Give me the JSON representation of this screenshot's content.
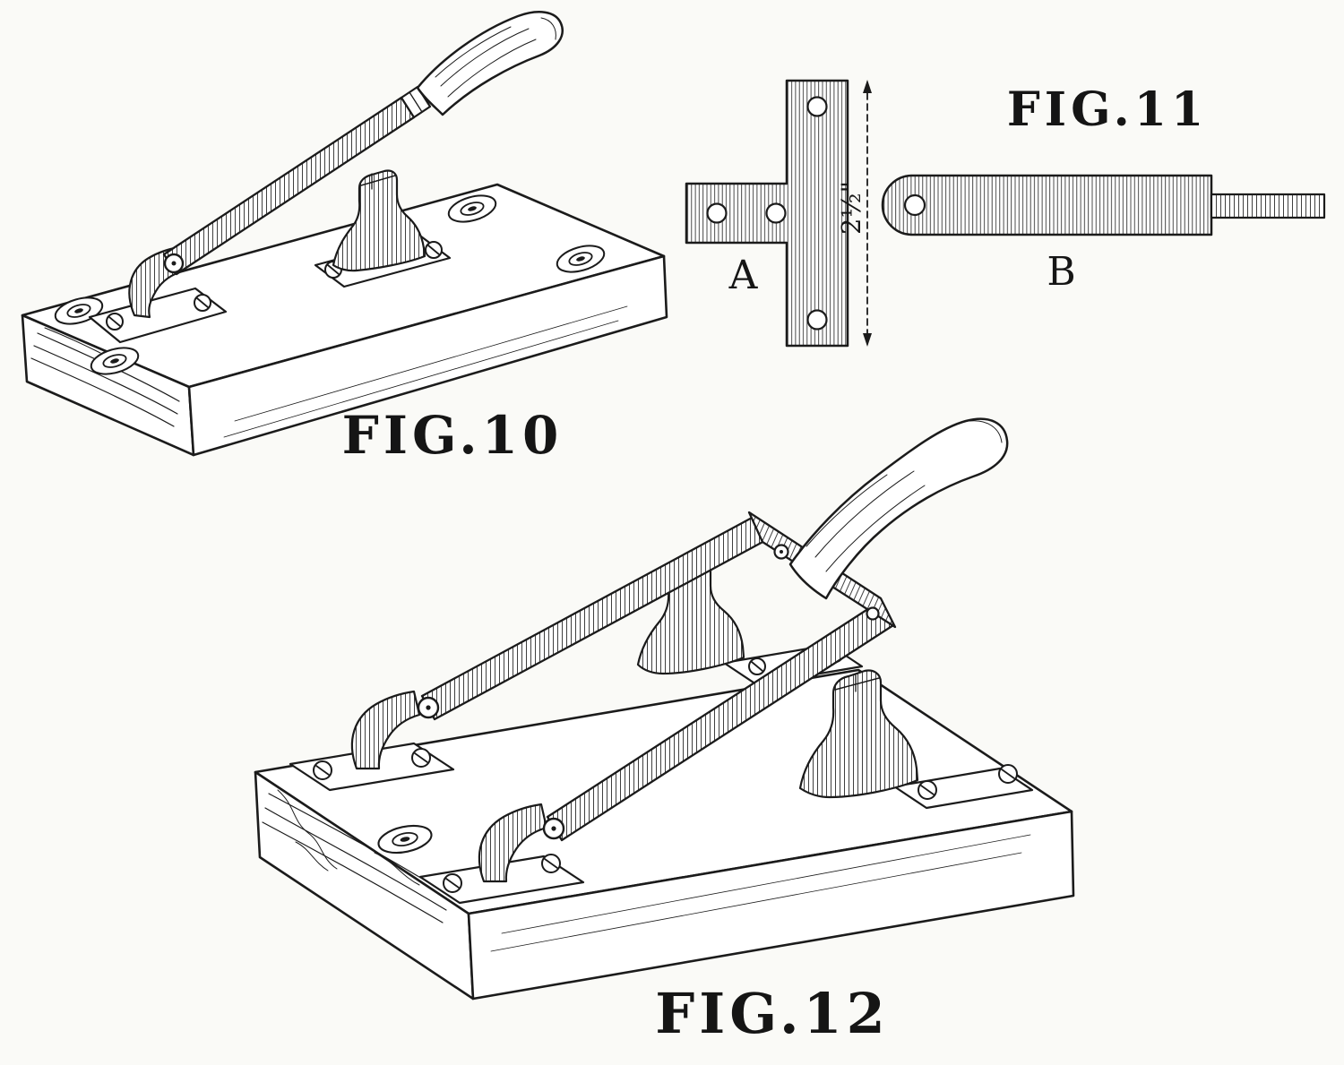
{
  "page": {
    "background": "#fafaf7",
    "ink": "#1b1b1b"
  },
  "figures": {
    "fig10": {
      "label": "FIG.10"
    },
    "fig11": {
      "label": "FIG.11",
      "part_a": "A",
      "part_b": "B",
      "dimension": "2½\""
    },
    "fig12": {
      "label": "FIG.12"
    }
  }
}
